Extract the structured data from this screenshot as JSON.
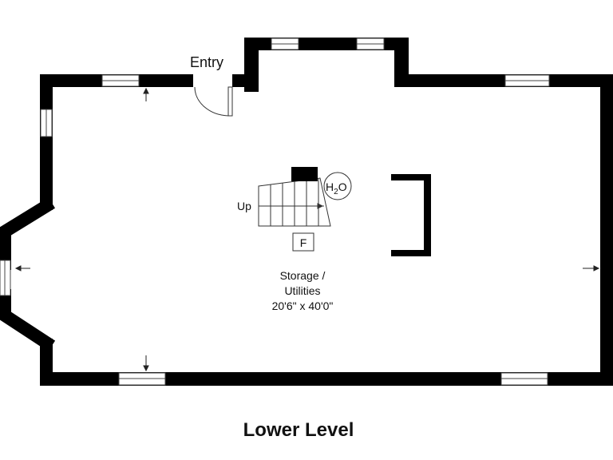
{
  "plan": {
    "entry_label": "Entry",
    "stairs_label": "Up",
    "water_heater_label": "H",
    "water_heater_sub": "2",
    "water_heater_suffix": "O",
    "furnace_label": "F",
    "room": {
      "name_line1": "Storage /",
      "name_line2": "Utilities",
      "dimensions": "20'6\" x 40'0\""
    },
    "level_title": "Lower Level"
  },
  "colors": {
    "wall": "#000000",
    "background": "#ffffff",
    "line": "#333333"
  }
}
